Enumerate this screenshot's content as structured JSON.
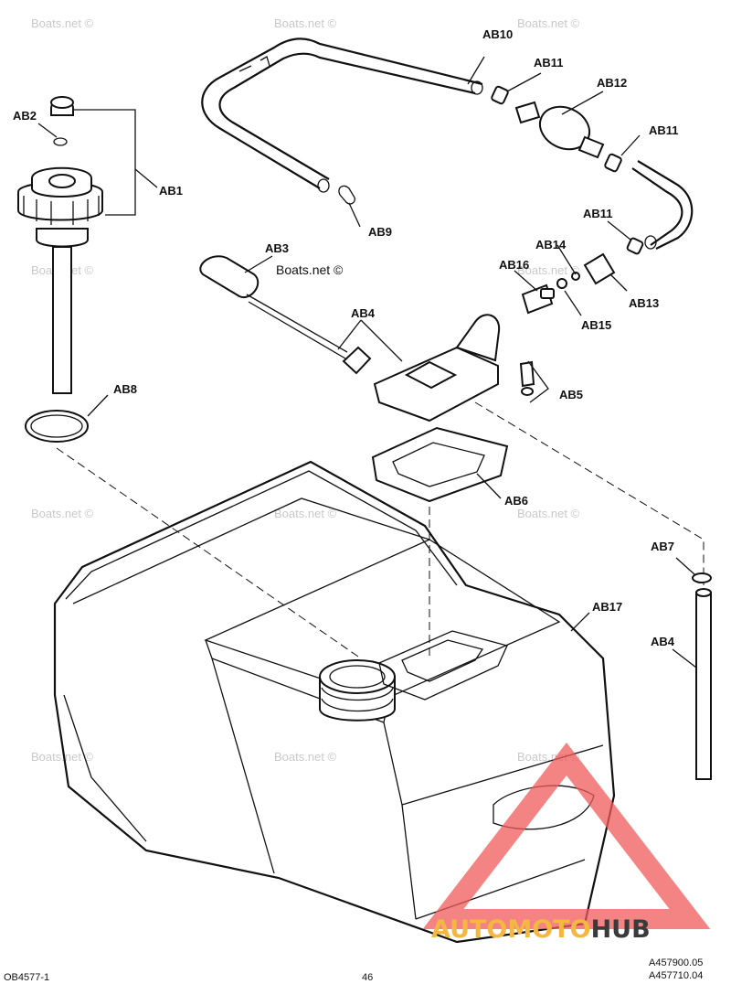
{
  "labels": {
    "ab1": "AB1",
    "ab2": "AB2",
    "ab3": "AB3",
    "ab4_top": "AB4",
    "ab4_side": "AB4",
    "ab5": "AB5",
    "ab6": "AB6",
    "ab7": "AB7",
    "ab8": "AB8",
    "ab9": "AB9",
    "ab10": "AB10",
    "ab11_a": "AB11",
    "ab11_b": "AB11",
    "ab11_c": "AB11",
    "ab12": "AB12",
    "ab13": "AB13",
    "ab14": "AB14",
    "ab15": "AB15",
    "ab16": "AB16",
    "ab17": "AB17"
  },
  "watermark": "Boats.net ©",
  "footer": {
    "left_code": "OB4577-1",
    "page_number": "46",
    "ref_1": "A457900.05",
    "ref_2": "A457710.04"
  },
  "brand": {
    "part_a": "AUTOMOTO",
    "part_b": "HUB",
    "color_a": "#f5b642",
    "color_b": "#3a3a3a",
    "triangle_color": "#f05a5a"
  }
}
